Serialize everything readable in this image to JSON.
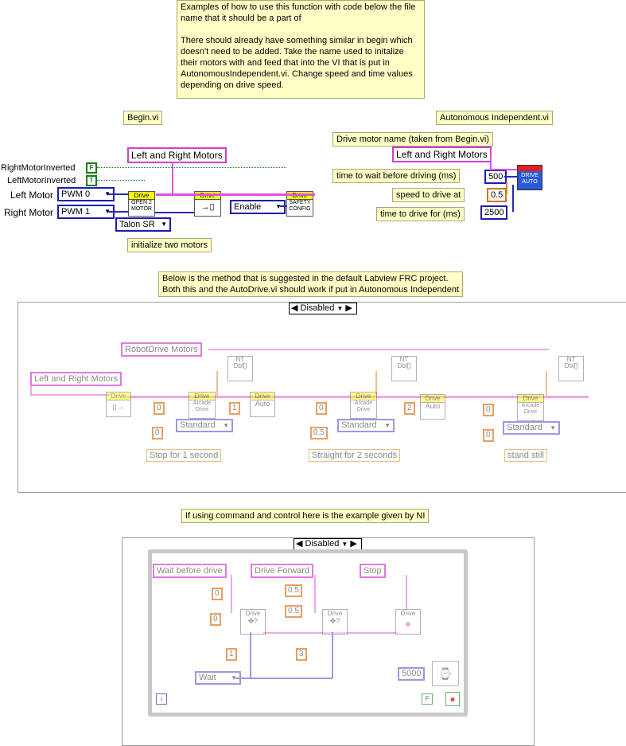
{
  "top_note": "Examples of how to use this function with code below the file name that it should be a part of\n\nThere should already have something similar in begin which doesn't need to be added. Take the name used to initalize their motors with and feed that into the VI that is put in AutonomousIndependent.vi. Change speed and time values depending on drive speed.",
  "begin": {
    "title": "Begin.vi",
    "motors_name": "Left and Right Motors",
    "right_inverted_label": "RightMotorInverted",
    "left_inverted_label": "LeftMotorInverted",
    "right_inverted_value": "F",
    "left_inverted_value": "T",
    "left_motor_label": "Left Motor",
    "right_motor_label": "Right Motor",
    "left_pwm": "PWM 0",
    "right_pwm": "PWM 1",
    "open_motor_hd": "Drive",
    "open_motor_txt": "OPEN 2 MOTOR",
    "controller_type": "Talon SR",
    "init_note": "initialize two motors",
    "refnum_hd": "Drive",
    "enable_value": "Enable",
    "safety_hd": "Drive",
    "safety_txt": "SAFETY CONFIG"
  },
  "auto": {
    "title": "Autonomous Independent.vi",
    "drive_name_note": "Drive motor name (taken from Begin.vi)",
    "motors_name": "Left and Right Motors",
    "wait_label": "time to wait before driving (ms)",
    "speed_label": "speed to drive at",
    "time_label": "time to drive for (ms)",
    "wait_value": "500",
    "speed_value": "0.5",
    "time_value": "2500",
    "drive_auto_txt": "DRIVE AUTO"
  },
  "default_note": "Below is the method that is suggested in the default Labview FRC project.\nBoth this and the AutoDrive.vi should work if put in Autonomous Independent",
  "default_frame": {
    "selector": "Disabled",
    "robotdrive_label": "RobotDrive Motors",
    "motors_label": "Left and Right Motors",
    "drive_hd": "Drive",
    "arcade_txt": "Arcade Drive",
    "nt_txt": "NT",
    "dbl_txt": "Dbl[]",
    "auto_txt": "Auto",
    "standard": "Standard",
    "steps": [
      {
        "label": "Stop  for 1 second",
        "a": "0",
        "b": "0",
        "wait": "1"
      },
      {
        "label": "Straight for  2 seconds",
        "a": "0",
        "b": "0.5",
        "wait": "2"
      },
      {
        "label": "stand still",
        "a": "0",
        "b": "0"
      }
    ]
  },
  "cc_note": "If using command and control here is the example given by NI",
  "cc_frame": {
    "selector": "Disabled",
    "wait_label": "Wait before drive",
    "forward_label": "Drive Forward",
    "stop_label": "Stop",
    "drive_hd": "Drive",
    "v0a": "0",
    "v0b": "0",
    "v05a": "0.5",
    "v05b": "0.5",
    "n1": "1",
    "n3": "3",
    "wait_enum": "Wait",
    "ms_value": "5000",
    "loop_i": "i",
    "stop_bool": "F"
  }
}
